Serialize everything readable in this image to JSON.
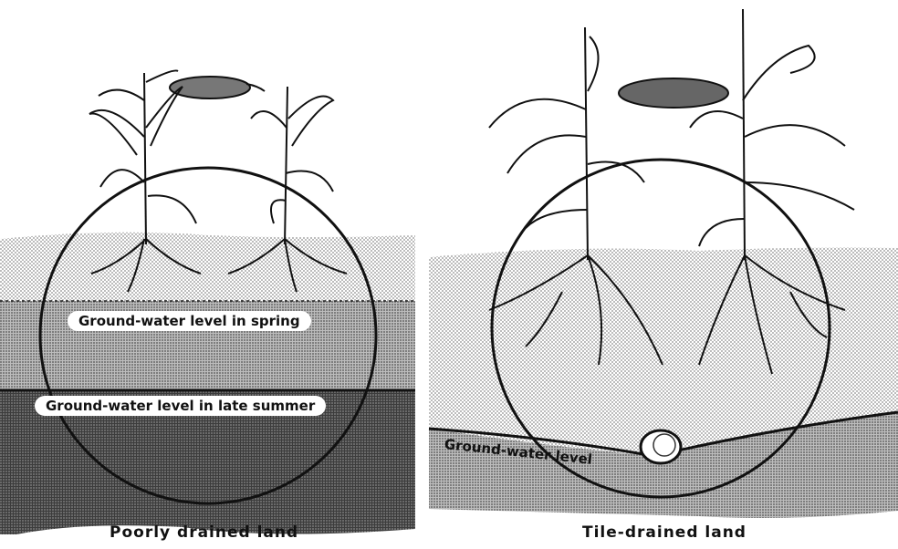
{
  "left_panel": {
    "caption": "Poorly drained land",
    "spring_level_label": "Ground-water level in spring",
    "summer_level_label": "Ground-water level in late summer"
  },
  "right_panel": {
    "caption": "Tile-drained land",
    "water_level_label": "Ground-water level"
  },
  "colors": {
    "ink": "#111111",
    "soil_dots": "#9a9a9a",
    "soil_dark": "#4a4a4a",
    "paper": "#ffffff"
  }
}
